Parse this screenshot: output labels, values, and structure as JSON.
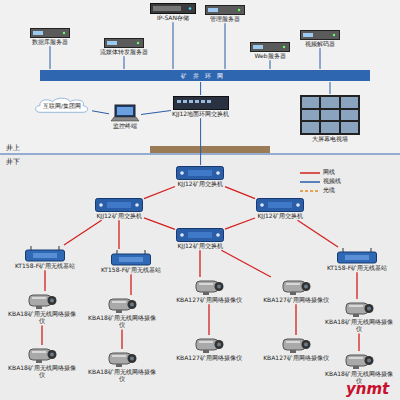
{
  "diagram": {
    "nodes": [
      {
        "text": [
          "IP-SAN存储"
        ]
      },
      {
        "text": [
          "管理服务器"
        ]
      },
      {
        "text": [
          "数据库服务器"
        ]
      },
      {
        "text": [
          "流媒体转发服务器"
        ]
      },
      {
        "text": [
          "Web服务器"
        ]
      },
      {
        "text": [
          "视频解码器"
        ]
      },
      {
        "text": [
          "矿井环网"
        ]
      },
      {
        "text": [
          "互联网/集团网"
        ]
      },
      {
        "text": [
          "监控终端"
        ]
      },
      {
        "text": [
          "KJJ12地面环网交换机"
        ]
      },
      {
        "text": [
          "大屏幕电视墙"
        ]
      },
      {
        "text": [
          "KJJ12矿用交换机"
        ]
      },
      {
        "text": [
          "KJJ12矿用交换机"
        ]
      },
      {
        "text": [
          "KJJ12矿用交换机"
        ]
      },
      {
        "text": [
          "KJJ12矿用交换机"
        ]
      },
      {
        "text": [
          "KT158-F矿用无线基站"
        ]
      },
      {
        "text": [
          "KT158-F矿用无线基站"
        ]
      },
      {
        "text": [
          "KT158-F矿用无线基站"
        ]
      },
      {
        "text": [
          "KBA18矿用无线网络摄像仪"
        ]
      },
      {
        "text": [
          "KBA18矿用无线网络摄像仪"
        ]
      },
      {
        "text": [
          "KBA127矿用网络摄像仪"
        ]
      },
      {
        "text": [
          "KBA127矿用网络摄像仪"
        ]
      },
      {
        "text": [
          "KBA127矿用网络摄像仪"
        ]
      },
      {
        "text": [
          "KBA127矿用网络摄像仪"
        ]
      },
      {
        "text": [
          "KBA18矿用无线网络摄像仪"
        ]
      },
      {
        "text": [
          "KBA18矿用无线网络摄像仪"
        ]
      },
      {
        "text": [
          "KBA18矿用无线网络摄像仪"
        ]
      },
      {
        "text": [
          "KBA18矿用无线网络摄像仪"
        ]
      }
    ],
    "edges": [
      {
        "from": 0,
        "to": 6,
        "arrow": "none"
      },
      {
        "from": 1,
        "to": 6,
        "arrow": "none"
      },
      {
        "from": 2,
        "to": 6,
        "arrow": "none"
      },
      {
        "from": 3,
        "to": 6,
        "arrow": "none"
      },
      {
        "from": 4,
        "to": 6,
        "arrow": "none"
      },
      {
        "from": 5,
        "to": 6,
        "arrow": "none"
      },
      {
        "from": 9,
        "to": 6,
        "arrow": "none"
      },
      {
        "from": 10,
        "to": 6,
        "arrow": "none"
      },
      {
        "from": 7,
        "to": 8,
        "arrow": "none"
      },
      {
        "from": 8,
        "to": 9,
        "arrow": "none"
      },
      {
        "from": 9,
        "to": 11,
        "arrow": "none"
      },
      {
        "from": 11,
        "to": 12,
        "arrow": "none"
      },
      {
        "from": 11,
        "to": 13,
        "arrow": "none"
      },
      {
        "from": 12,
        "to": 14,
        "arrow": "none"
      },
      {
        "from": 13,
        "to": 14,
        "arrow": "none"
      },
      {
        "from": 12,
        "to": 15,
        "arrow": "none"
      },
      {
        "from": 12,
        "to": 16,
        "arrow": "none"
      },
      {
        "from": 13,
        "to": 17,
        "arrow": "none"
      },
      {
        "from": 14,
        "to": 20,
        "arrow": "none"
      },
      {
        "from": 14,
        "to": 21,
        "arrow": "none"
      },
      {
        "from": 20,
        "to": 22,
        "arrow": "none"
      },
      {
        "from": 21,
        "to": 23,
        "arrow": "none"
      },
      {
        "from": 15,
        "to": 18,
        "arrow": "none"
      },
      {
        "from": 18,
        "to": 25,
        "arrow": "none"
      },
      {
        "from": 16,
        "to": 19,
        "arrow": "none"
      },
      {
        "from": 19,
        "to": 26,
        "arrow": "none"
      },
      {
        "from": 17,
        "to": 24,
        "arrow": "none"
      },
      {
        "from": 24,
        "to": 27,
        "arrow": "none"
      }
    ],
    "labels": [
      "井上",
      "井下",
      "ynmt"
    ],
    "legend": [
      {
        "text": "网线"
      },
      {
        "text": "视频线"
      },
      {
        "text": "光缆"
      }
    ]
  }
}
